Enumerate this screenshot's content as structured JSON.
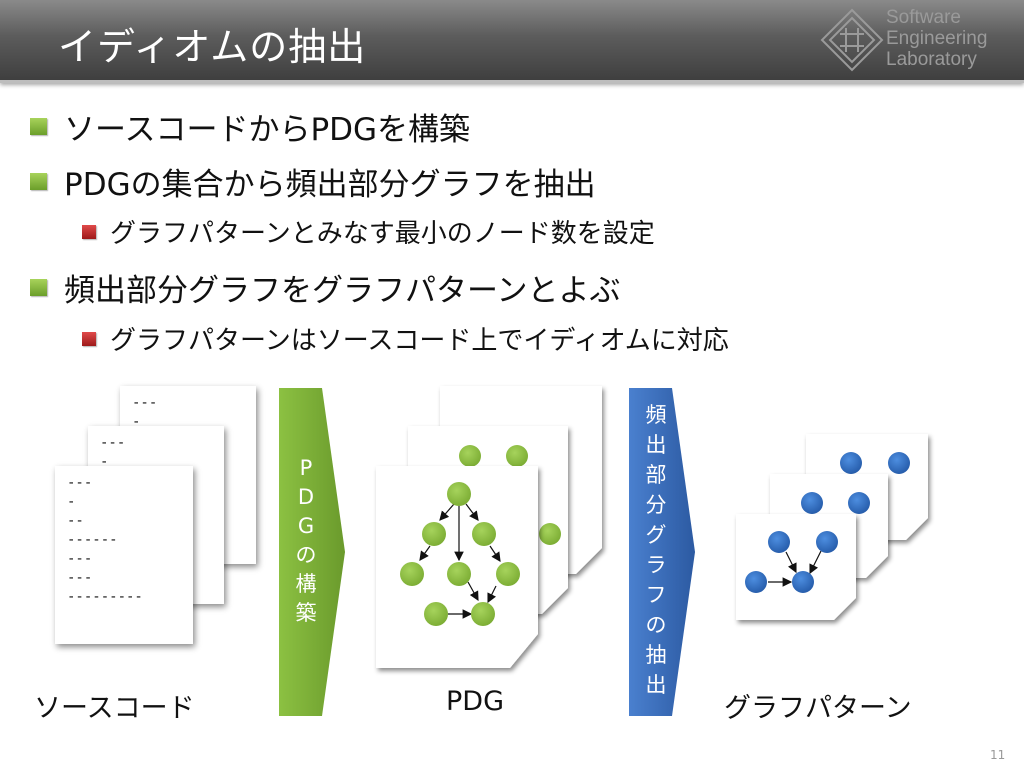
{
  "title": "イディオムの抽出",
  "logo": {
    "lines": [
      "Software",
      "Engineering",
      "Laboratory"
    ]
  },
  "bullets": [
    {
      "level": 1,
      "text": "ソースコードからPDGを構築"
    },
    {
      "level": 1,
      "text": "PDGの集合から頻出部分グラフを抽出"
    },
    {
      "level": 2,
      "text": "グラフパターンとみなす最小のノード数を設定"
    },
    {
      "level": 1,
      "text": "頻出部分グラフをグラフパターンとよぶ"
    },
    {
      "level": 2,
      "text": "グラフパターンはソースコード上でイディオムに対応"
    }
  ],
  "diagram": {
    "source_code_lines": [
      "---",
      "-",
      "--",
      "------",
      "---",
      "---",
      "---------"
    ],
    "back_page_lines": [
      "---",
      "-"
    ],
    "arrow_build_chars": [
      "P",
      "D",
      "G",
      "の",
      "構",
      "築"
    ],
    "arrow_extract_chars": [
      "頻",
      "出",
      "部",
      "分",
      "グ",
      "ラ",
      "フ",
      "の",
      "抽",
      "出"
    ],
    "captions": {
      "source": "ソースコード",
      "pdg": "PDG",
      "pattern": "グラフパターン"
    }
  },
  "page_number": "11",
  "colors": {
    "green_node": "#8cbf3f",
    "blue_node": "#2f6fc2",
    "green_arrow": "#7aab32",
    "blue_arrow": "#3465b0"
  }
}
